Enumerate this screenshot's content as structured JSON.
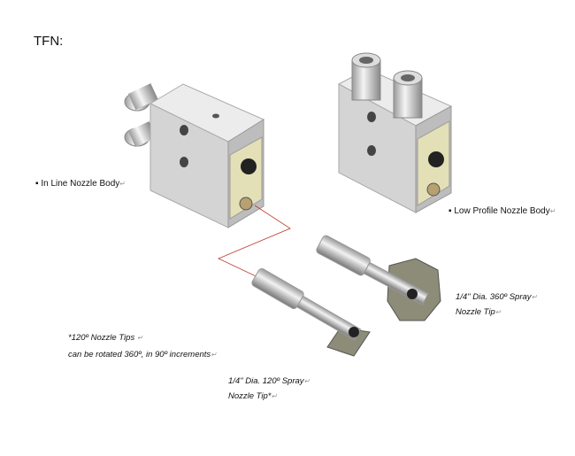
{
  "title": "TFN:",
  "return_mark": "↵",
  "labels": {
    "inline_body": "▪ In Line Nozzle Body",
    "low_profile_body": "▪ Low Profile Nozzle Body",
    "tip_360_line1": "1/4\" Dia. 360º Spray",
    "tip_360_line2": "Nozzle Tip",
    "note_line1": "*120º Nozzle Tips ",
    "note_line2": "can be rotated 360º, in 90º increments",
    "tip_120_line1": "1/4\" Dia. 120º Spray",
    "tip_120_line2": "Nozzle Tip*"
  },
  "colors": {
    "body": "#d9d9d9",
    "plate": "#e3e0b8",
    "disc": "#8c8c78",
    "line": "#c0392b"
  }
}
